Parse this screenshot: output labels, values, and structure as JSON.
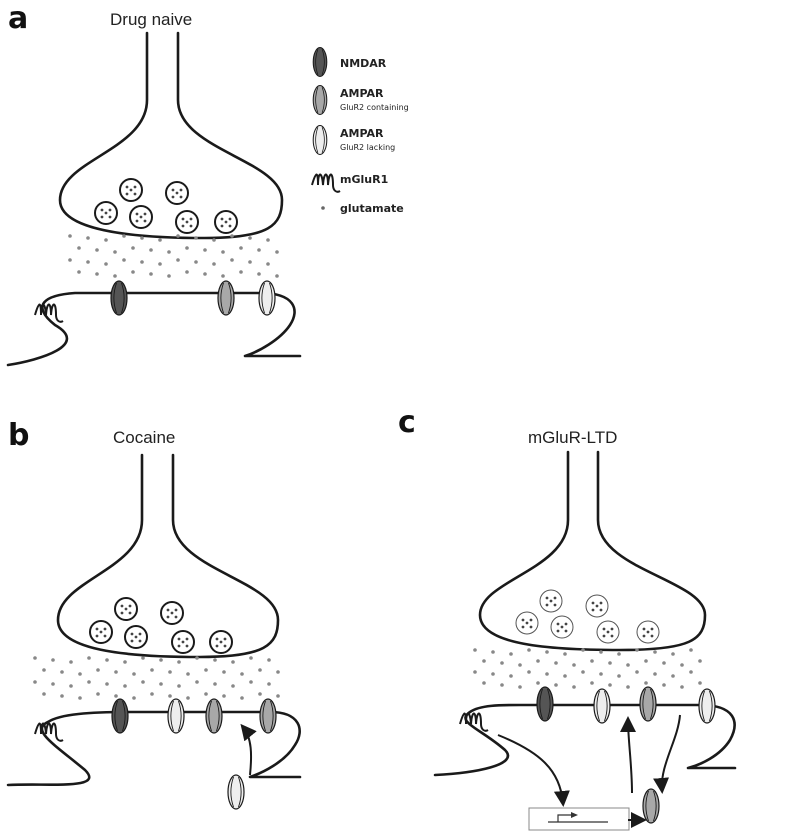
{
  "panels": [
    {
      "letter": "a",
      "title": "Drug naive"
    },
    {
      "letter": "b",
      "title": "Cocaine"
    },
    {
      "letter": "c",
      "title": "mGluR-LTD"
    }
  ],
  "legend": {
    "nmdar": {
      "label": "NMDAR",
      "sub": ""
    },
    "ampar_containing": {
      "label": "AMPAR",
      "sub": "GluR2 containing"
    },
    "ampar_lacking": {
      "label": "AMPAR",
      "sub": "GluR2 lacking"
    },
    "mglur1": {
      "label": "mGluR1",
      "sub": ""
    },
    "glutamate": {
      "label": "glutamate",
      "sub": ""
    }
  },
  "colors": {
    "nmdar": "#555555",
    "ampar_containing": "#a8a8a8",
    "ampar_lacking": "#eeeeee",
    "stroke": "#1a1a1a"
  }
}
